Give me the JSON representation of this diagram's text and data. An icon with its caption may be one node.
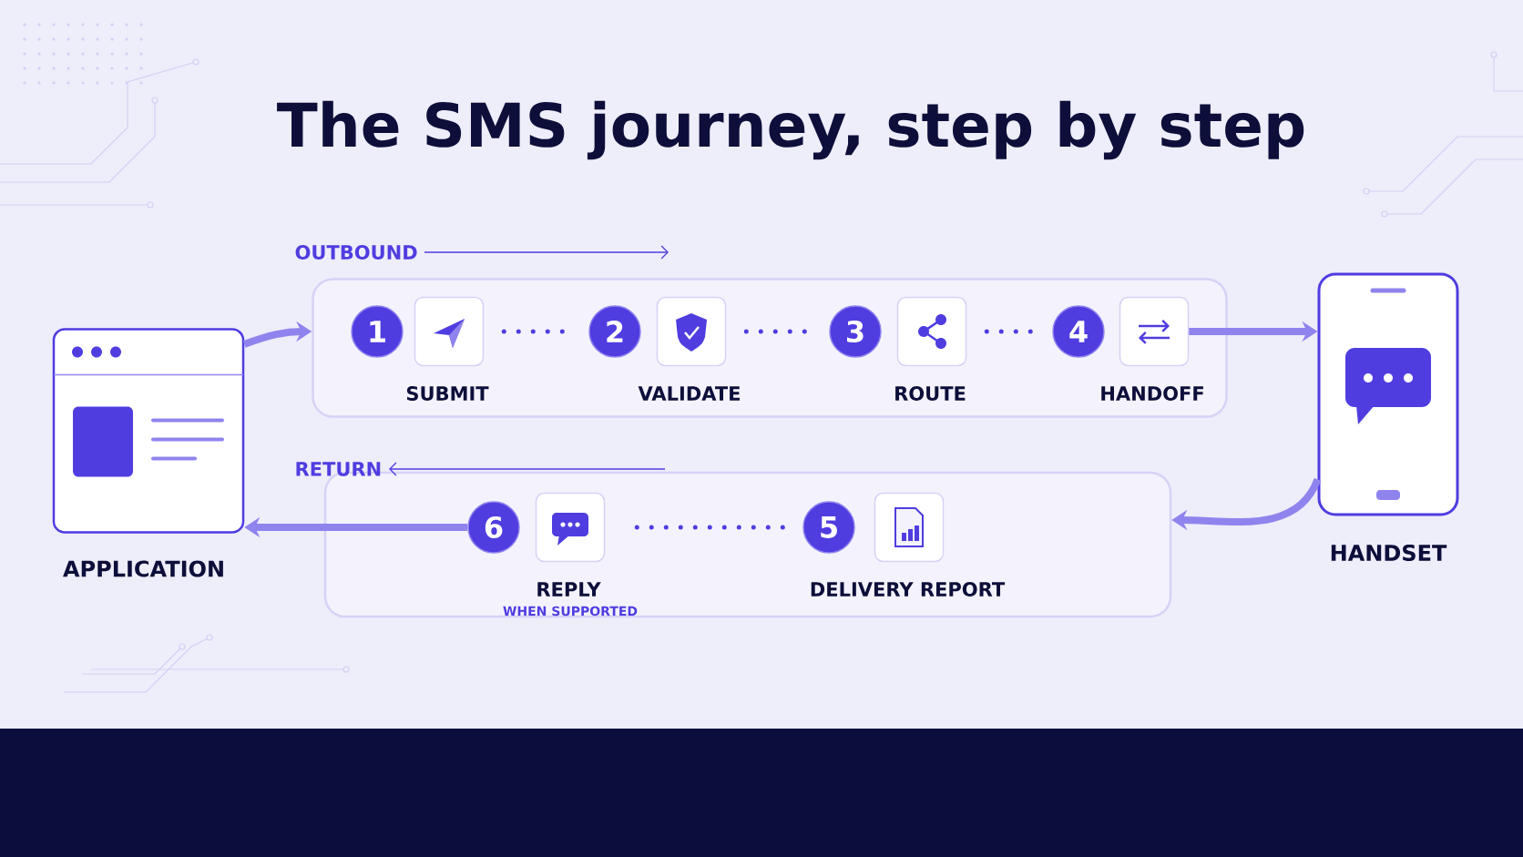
{
  "diagram": {
    "title": "The SMS journey, step by step",
    "nodes": [
      {
        "text": [
          "APPLICATION"
        ]
      },
      {
        "text": [
          "OUTBOUND"
        ]
      },
      {
        "text": [
          "1"
        ],
        "in": 1
      },
      {
        "text": [
          "SUBMIT"
        ],
        "in": 1
      },
      {
        "text": [
          "2"
        ],
        "in": 1
      },
      {
        "text": [
          "VALIDATE"
        ],
        "in": 1
      },
      {
        "text": [
          "3"
        ],
        "in": 1
      },
      {
        "text": [
          "ROUTE"
        ],
        "in": 1
      },
      {
        "text": [
          "4"
        ],
        "in": 1
      },
      {
        "text": [
          "HANDOFF"
        ],
        "in": 1
      },
      {
        "text": [
          "HANDSET"
        ]
      },
      {
        "text": [
          "RETURN"
        ]
      },
      {
        "text": [
          "6"
        ],
        "in": 11
      },
      {
        "text": [
          "REPLY"
        ],
        "beside": [
          "WHEN SUPPORTED"
        ],
        "in": 11
      },
      {
        "text": [
          "5"
        ],
        "in": 11
      },
      {
        "text": [
          "DELIVERY REPORT"
        ],
        "in": 11
      }
    ],
    "edges": [
      {
        "from": 0,
        "to": 1,
        "arrow": "to"
      },
      {
        "from": 3,
        "to": 4,
        "arrow": "none",
        "style": "dashed"
      },
      {
        "from": 5,
        "to": 6,
        "arrow": "none",
        "style": "dashed"
      },
      {
        "from": 7,
        "to": 8,
        "arrow": "none",
        "style": "dashed"
      },
      {
        "from": 9,
        "to": 10,
        "arrow": "to"
      },
      {
        "from": 10,
        "to": 11,
        "arrow": "to"
      },
      {
        "from": 14,
        "to": 13,
        "arrow": "none",
        "style": "dashed"
      },
      {
        "from": 12,
        "to": 0,
        "arrow": "to"
      }
    ]
  }
}
